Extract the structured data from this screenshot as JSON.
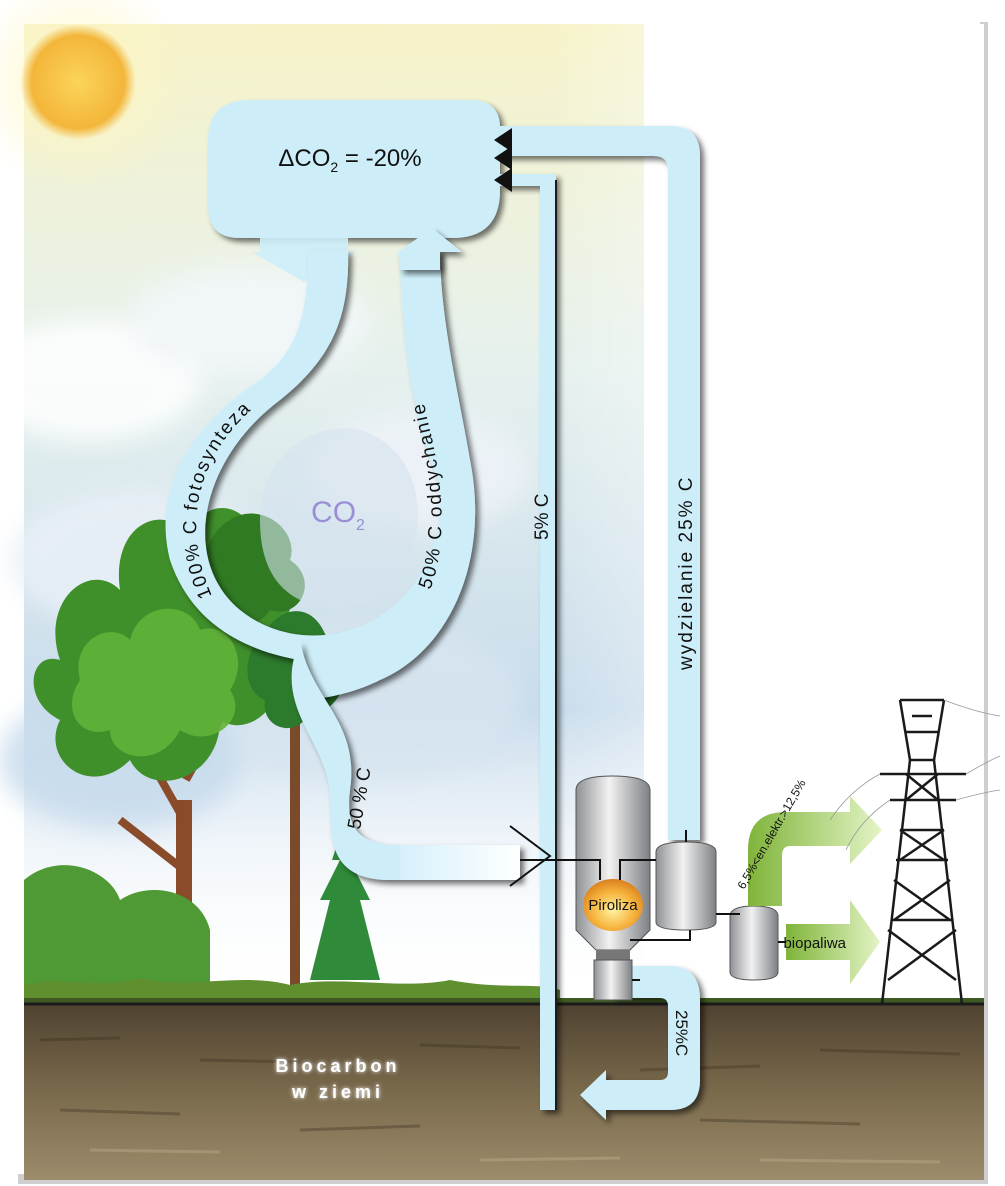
{
  "top_box": {
    "text_main": "ΔCO",
    "text_sub": "2",
    "text_tail": " = -20%"
  },
  "center": {
    "text_main": "CO",
    "text_sub": "2"
  },
  "flows": {
    "photosynthesis": "100% C fotosynteza",
    "respiration": "50% C oddychanie",
    "to_pyrolysis": "50 % C",
    "to_soil_direct": "5% C",
    "release": "wydzielanie 25% C",
    "char_to_soil": "25%C"
  },
  "process": {
    "pyrolysis": "Piroliza",
    "electricity": "6,5%<en.elektr.>12,5%",
    "biofuels": "biopaliwa"
  },
  "soil": {
    "line1": "Biocarbon",
    "line2": "w ziemi"
  },
  "colors": {
    "flow": "#c8eaf7",
    "sun": "#f6c245",
    "sky": "#dbeef7",
    "soil": "#6b5a3c",
    "energy_arrow": "#9ccc5a"
  },
  "icons": [
    "sun-icon",
    "tree-icon",
    "pine-icon",
    "pylon-icon",
    "reactor-icon",
    "tank-icon"
  ]
}
